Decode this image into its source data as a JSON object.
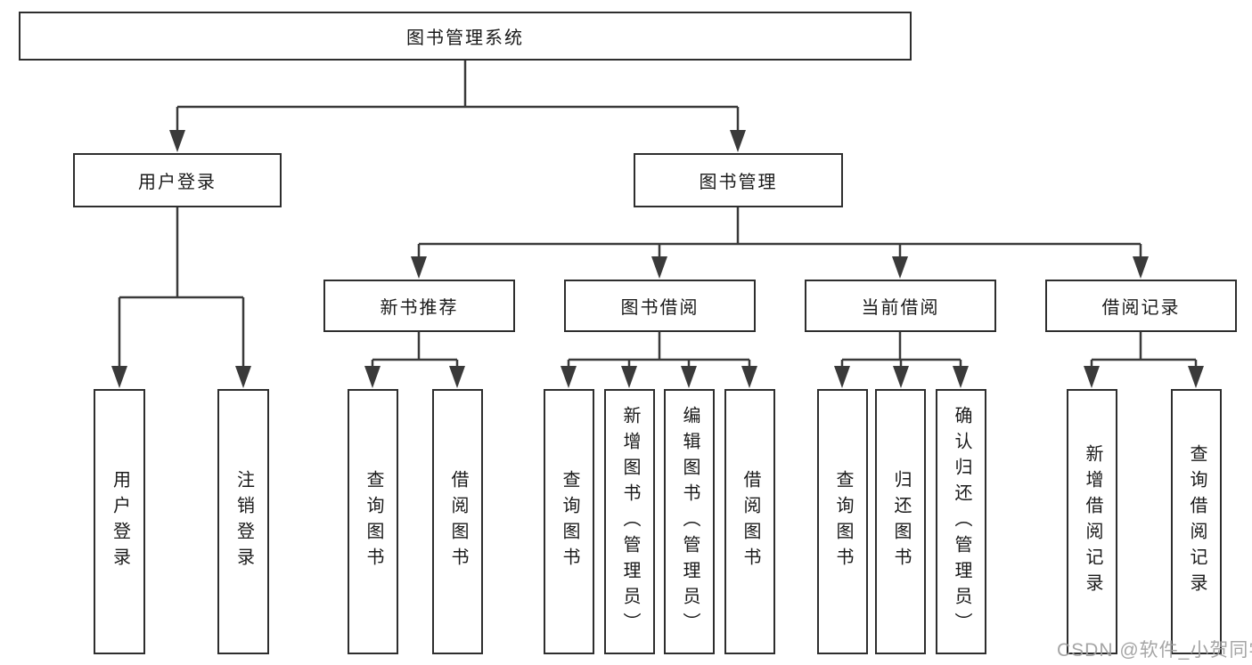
{
  "tree": {
    "root": "图书管理系统",
    "user_login": {
      "label": "用户登录",
      "children": [
        "用户登录",
        "注销登录"
      ]
    },
    "book_mgmt": {
      "label": "图书管理"
    },
    "new_books": {
      "label": "新书推荐",
      "children": [
        "查询图书",
        "借阅图书"
      ]
    },
    "book_borrow": {
      "label": "图书借阅",
      "children": [
        "查询图书",
        "新增图书（管理员）",
        "编辑图书（管理员）",
        "借阅图书"
      ]
    },
    "current_borrow": {
      "label": "当前借阅",
      "children": [
        "查询图书",
        "归还图书",
        "确认归还（管理员）"
      ]
    },
    "borrow_records": {
      "label": "借阅记录",
      "children": [
        "新增借阅记录",
        "查询借阅记录"
      ]
    }
  },
  "watermark": "CSDN @软件_小贺同学",
  "colors": {
    "line": "#3a3a3a",
    "box_border": "#2e2e2e",
    "text": "#1a1a1a",
    "watermark": "#9e9e9e",
    "background": "#ffffff"
  }
}
